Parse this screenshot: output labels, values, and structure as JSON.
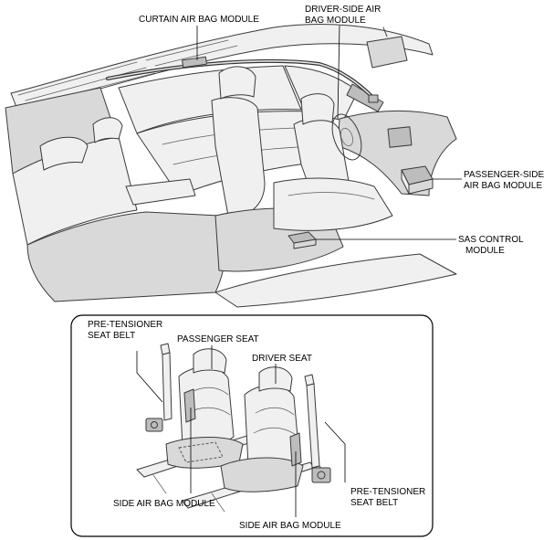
{
  "labels": {
    "curtain_air_bag_module": "CURTAIN AIR BAG MODULE",
    "driver_side_air_bag_module_line1": "DRIVER-SIDE AIR",
    "driver_side_air_bag_module_line2": "BAG MODULE",
    "passenger_side_air_bag_module_line1": "PASSENGER-SIDE",
    "passenger_side_air_bag_module_line2": "AIR BAG MODULE",
    "sas_control_module_line1": "SAS CONTROL",
    "sas_control_module_line2": "MODULE",
    "pretensioner_left_line1": "PRE-TENSIONER",
    "pretensioner_left_line2": "SEAT BELT",
    "passenger_seat": "PASSENGER SEAT",
    "driver_seat": "DRIVER SEAT",
    "pretensioner_right_line1": "PRE-TENSIONER",
    "pretensioner_right_line2": "SEAT BELT",
    "side_air_bag_module_left": "SIDE AIR BAG MODULE",
    "side_air_bag_module_right": "SIDE AIR BAG MODULE"
  }
}
